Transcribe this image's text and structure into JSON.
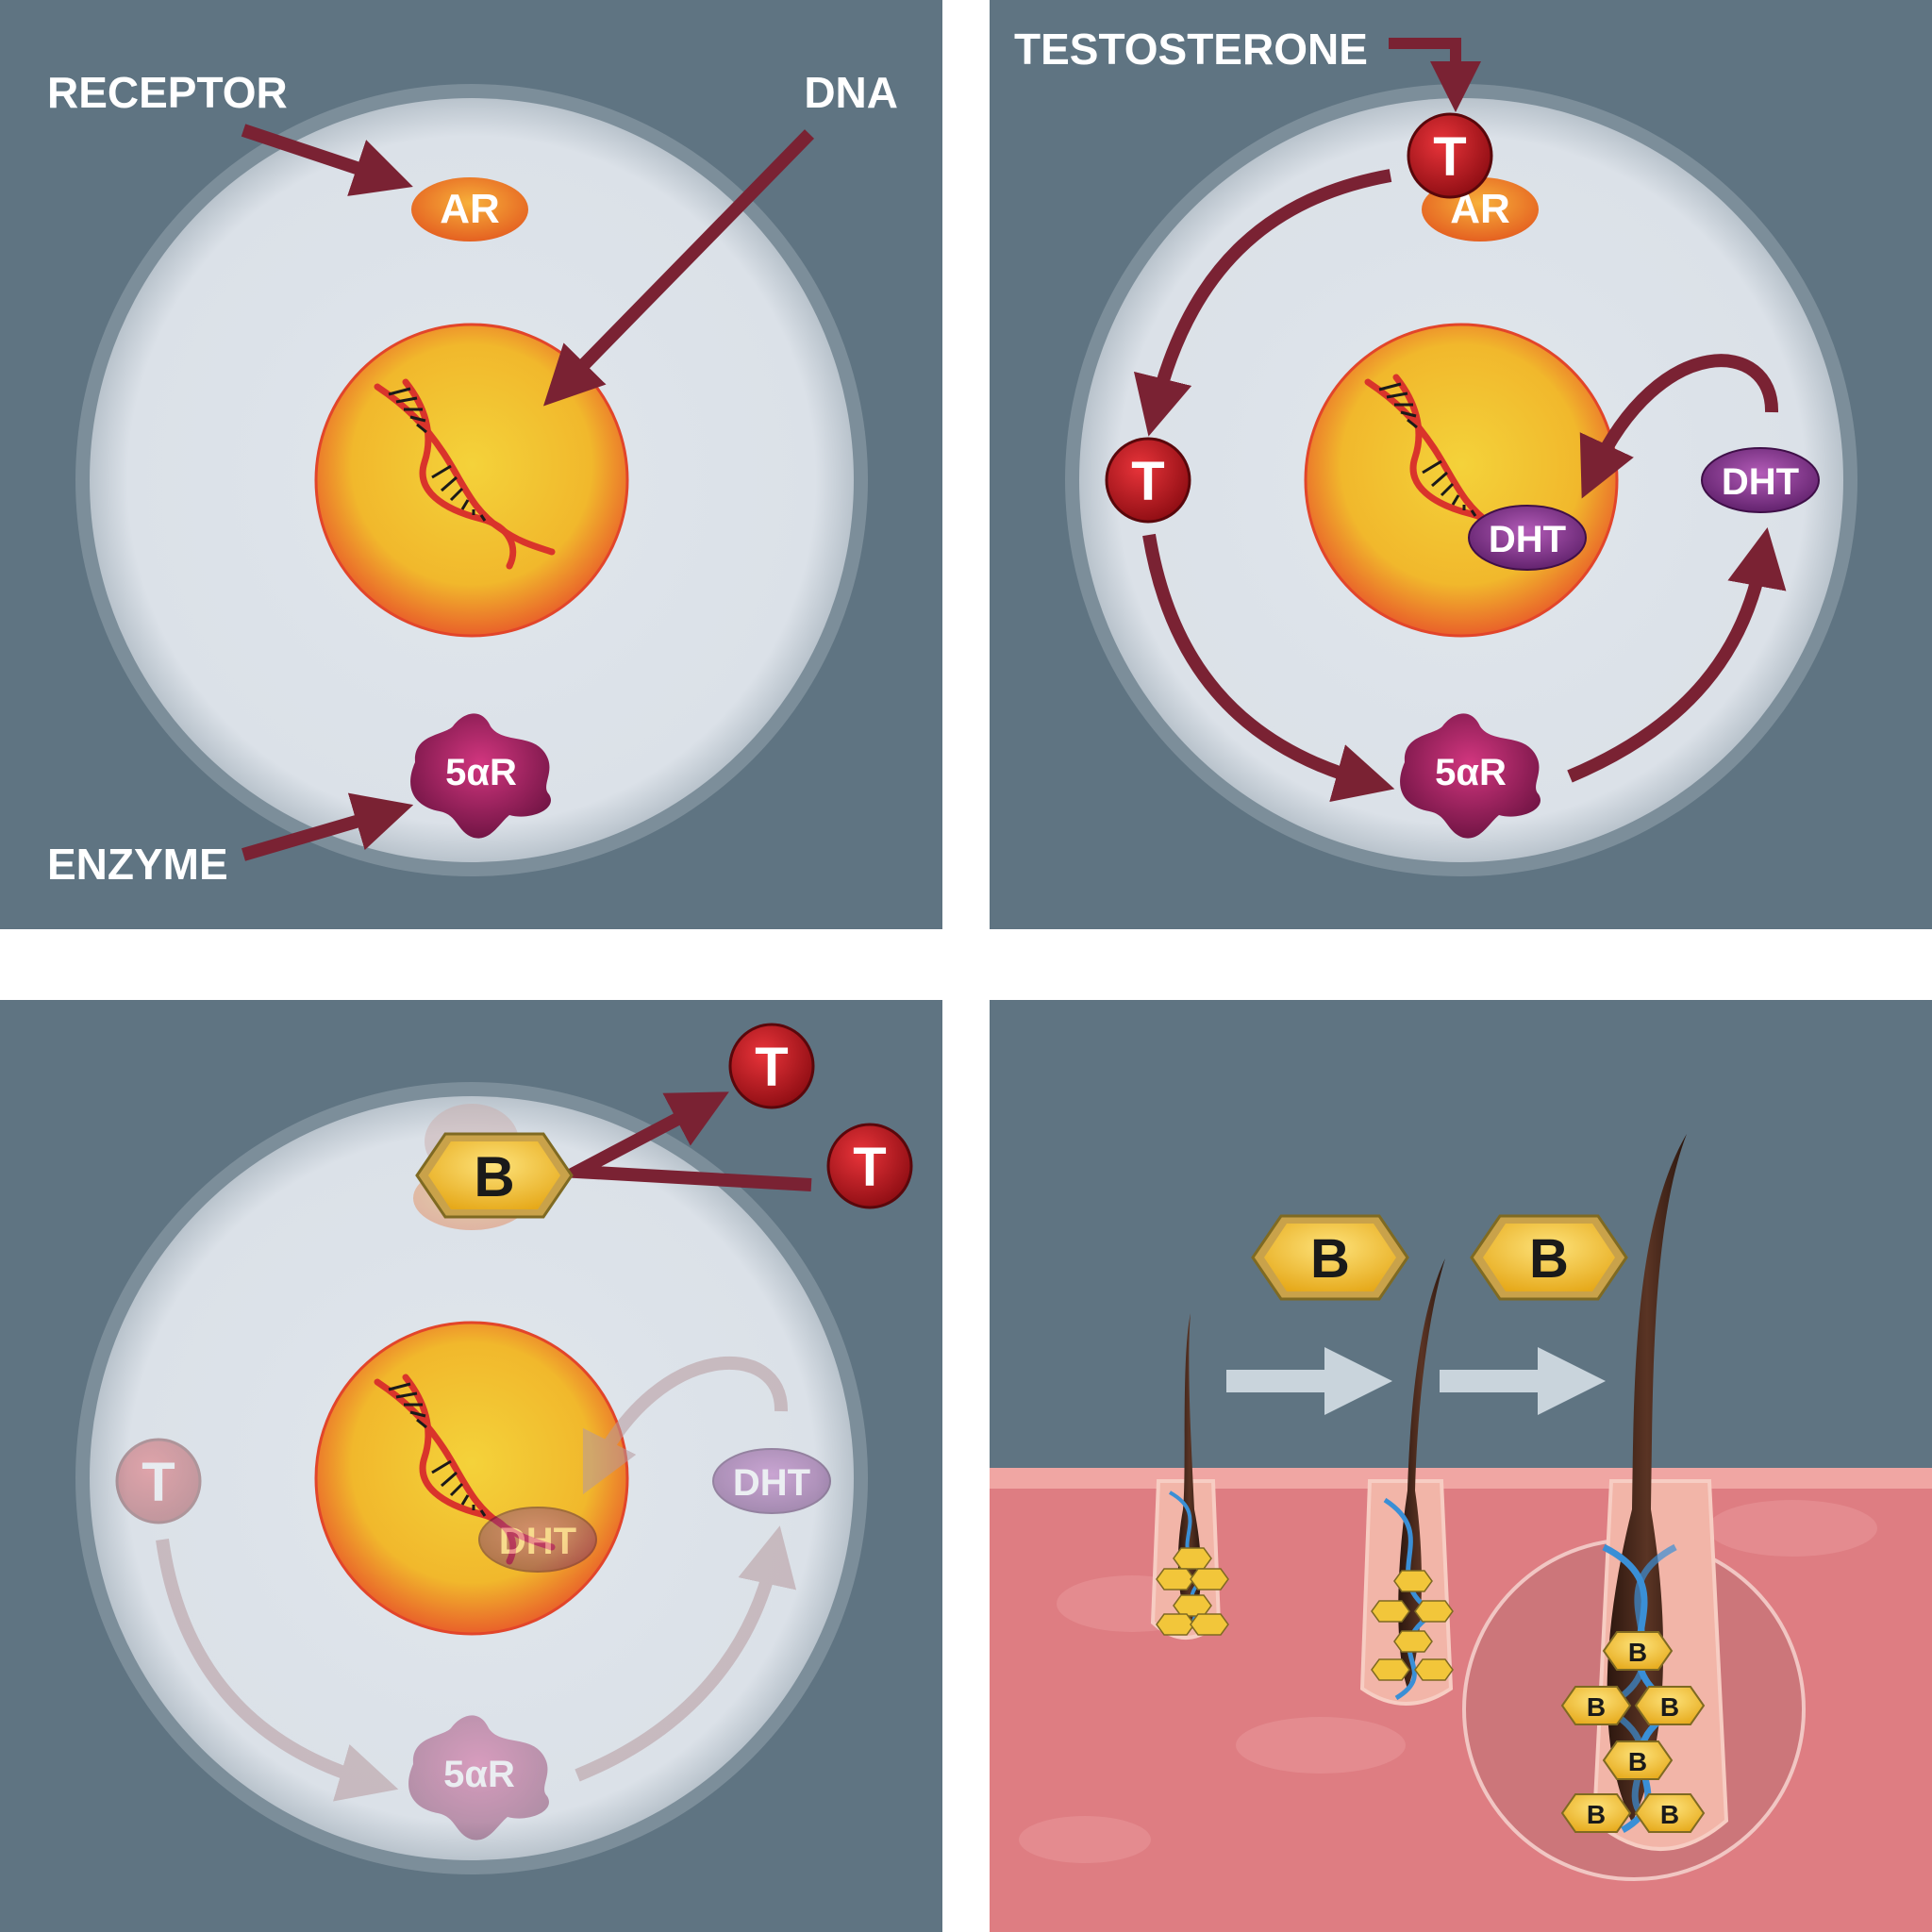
{
  "labels": {
    "receptor": "RECEPTOR",
    "dna": "DNA",
    "enzyme": "ENZYME",
    "testosterone": "TESTOSTERONE"
  },
  "molecules": {
    "androgen_receptor": "AR",
    "testosterone": "T",
    "dht": "DHT",
    "enzyme": "5αR",
    "blocker": "B"
  },
  "colors": {
    "panel_bg": "#5f7482",
    "cell": "#dde3ea",
    "nucleus": "#f2c430",
    "arrow": "#7a2233",
    "testosterone": "#c2141c",
    "receptor": "#e8841f",
    "dht": "#8a3d8e",
    "enzyme": "#a0215e",
    "blocker": "#f0c030",
    "skin": "#de7d82",
    "hair": "#3d2418",
    "helix": "#3a8fd6"
  }
}
